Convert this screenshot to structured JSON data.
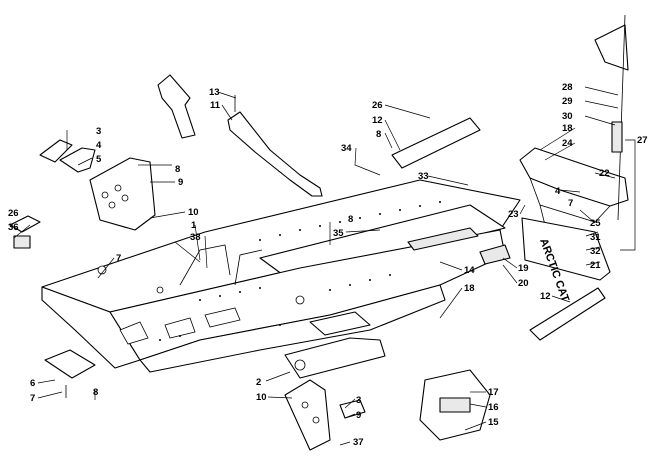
{
  "callouts": [
    {
      "id": "c1",
      "text": "1"
    },
    {
      "id": "c2",
      "text": "2"
    },
    {
      "id": "c3a",
      "text": "3"
    },
    {
      "id": "c3b",
      "text": "3"
    },
    {
      "id": "c4a",
      "text": "4"
    },
    {
      "id": "c4b",
      "text": "4"
    },
    {
      "id": "c5",
      "text": "5"
    },
    {
      "id": "c6",
      "text": "6"
    },
    {
      "id": "c7a",
      "text": "7"
    },
    {
      "id": "c7b",
      "text": "7"
    },
    {
      "id": "c7c",
      "text": "7"
    },
    {
      "id": "c8a",
      "text": "8"
    },
    {
      "id": "c8b",
      "text": "8"
    },
    {
      "id": "c8c",
      "text": "8"
    },
    {
      "id": "c8d",
      "text": "8"
    },
    {
      "id": "c9a",
      "text": "9"
    },
    {
      "id": "c9b",
      "text": "9"
    },
    {
      "id": "c10a",
      "text": "10"
    },
    {
      "id": "c10b",
      "text": "10"
    },
    {
      "id": "c11",
      "text": "11"
    },
    {
      "id": "c12a",
      "text": "12"
    },
    {
      "id": "c12b",
      "text": "12"
    },
    {
      "id": "c13",
      "text": "13"
    },
    {
      "id": "c14",
      "text": "14"
    },
    {
      "id": "c15",
      "text": "15"
    },
    {
      "id": "c16",
      "text": "16"
    },
    {
      "id": "c17",
      "text": "17"
    },
    {
      "id": "c18a",
      "text": "18"
    },
    {
      "id": "c18b",
      "text": "18"
    },
    {
      "id": "c19",
      "text": "19"
    },
    {
      "id": "c20",
      "text": "20"
    },
    {
      "id": "c21",
      "text": "21"
    },
    {
      "id": "c22",
      "text": "22"
    },
    {
      "id": "c23",
      "text": "23"
    },
    {
      "id": "c24",
      "text": "24"
    },
    {
      "id": "c25",
      "text": "25"
    },
    {
      "id": "c26a",
      "text": "26"
    },
    {
      "id": "c26b",
      "text": "26"
    },
    {
      "id": "c27",
      "text": "27"
    },
    {
      "id": "c28",
      "text": "28"
    },
    {
      "id": "c29",
      "text": "29"
    },
    {
      "id": "c30",
      "text": "30"
    },
    {
      "id": "c31",
      "text": "31"
    },
    {
      "id": "c32",
      "text": "32"
    },
    {
      "id": "c33",
      "text": "33"
    },
    {
      "id": "c34",
      "text": "34"
    },
    {
      "id": "c35",
      "text": "35"
    },
    {
      "id": "c36",
      "text": "36"
    },
    {
      "id": "c37",
      "text": "37"
    },
    {
      "id": "c38",
      "text": "38"
    }
  ],
  "snow_flap_text": "ARCTIC CAT"
}
